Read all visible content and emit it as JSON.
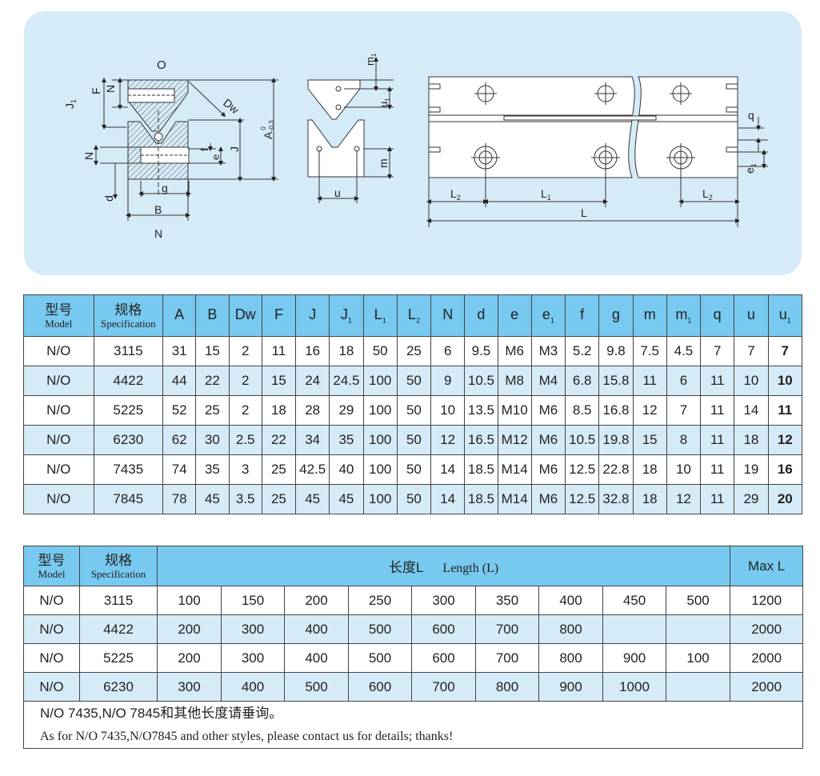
{
  "diagram": {
    "left": {
      "O": "O",
      "N_top": "N",
      "F": "F",
      "J1": "J",
      "J1_sub": "1",
      "Dw": "Dw",
      "A": "A",
      "A_tol_top": "0",
      "A_tol_bot": "-0.3",
      "J": "J",
      "f": "f",
      "e": "e",
      "N_side": "N",
      "d": "d",
      "g": "g",
      "B": "B",
      "N_bottom": "N"
    },
    "middle": {
      "m1": "m",
      "m1_sub": "1",
      "u1": "u",
      "u1_sub": "1",
      "m": "m",
      "u": "u"
    },
    "right": {
      "q": "q",
      "e1": "e",
      "e1_sub": "1",
      "L2a": "L",
      "L2a_sub": "2",
      "L1": "L",
      "L1_sub": "1",
      "L2b": "L",
      "L2b_sub": "2",
      "L": "L"
    }
  },
  "spec_table": {
    "header": {
      "model_cn": "型号",
      "model_en": "Model",
      "spec_cn": "规格",
      "spec_en": "Specification",
      "cols": [
        {
          "main": "A",
          "sub": ""
        },
        {
          "main": "B",
          "sub": ""
        },
        {
          "main": "Dw",
          "sub": ""
        },
        {
          "main": "F",
          "sub": ""
        },
        {
          "main": "J",
          "sub": ""
        },
        {
          "main": "J",
          "sub": "1"
        },
        {
          "main": "L",
          "sub": "1"
        },
        {
          "main": "L",
          "sub": "2"
        },
        {
          "main": "N",
          "sub": ""
        },
        {
          "main": "d",
          "sub": ""
        },
        {
          "main": "e",
          "sub": ""
        },
        {
          "main": "e",
          "sub": "1"
        },
        {
          "main": "f",
          "sub": ""
        },
        {
          "main": "g",
          "sub": ""
        },
        {
          "main": "m",
          "sub": ""
        },
        {
          "main": "m",
          "sub": "1"
        },
        {
          "main": "q",
          "sub": ""
        },
        {
          "main": "u",
          "sub": ""
        },
        {
          "main": "u",
          "sub": "1"
        }
      ]
    },
    "rows": [
      {
        "model": "N/O",
        "spec": "3115",
        "values": [
          "31",
          "15",
          "2",
          "11",
          "16",
          "18",
          "50",
          "25",
          "6",
          "9.5",
          "M6",
          "M3",
          "5.2",
          "9.8",
          "7.5",
          "4.5",
          "7",
          "7",
          "7"
        ]
      },
      {
        "model": "N/O",
        "spec": "4422",
        "values": [
          "44",
          "22",
          "2",
          "15",
          "24",
          "24.5",
          "100",
          "50",
          "9",
          "10.5",
          "M8",
          "M4",
          "6.8",
          "15.8",
          "11",
          "6",
          "11",
          "10",
          "10"
        ]
      },
      {
        "model": "N/O",
        "spec": "5225",
        "values": [
          "52",
          "25",
          "2",
          "18",
          "28",
          "29",
          "100",
          "50",
          "10",
          "13.5",
          "M10",
          "M6",
          "8.5",
          "16.8",
          "12",
          "7",
          "11",
          "14",
          "11"
        ]
      },
      {
        "model": "N/O",
        "spec": "6230",
        "values": [
          "62",
          "30",
          "2.5",
          "22",
          "34",
          "35",
          "100",
          "50",
          "12",
          "16.5",
          "M12",
          "M6",
          "10.5",
          "19.8",
          "15",
          "8",
          "11",
          "18",
          "12"
        ]
      },
      {
        "model": "N/O",
        "spec": "7435",
        "values": [
          "74",
          "35",
          "3",
          "25",
          "42.5",
          "40",
          "100",
          "50",
          "14",
          "18.5",
          "M14",
          "M6",
          "12.5",
          "22.8",
          "18",
          "10",
          "11",
          "19",
          "16"
        ]
      },
      {
        "model": "N/O",
        "spec": "7845",
        "values": [
          "78",
          "45",
          "3.5",
          "25",
          "45",
          "45",
          "100",
          "50",
          "14",
          "18.5",
          "M14",
          "M6",
          "12.5",
          "32.8",
          "18",
          "12",
          "11",
          "29",
          "20"
        ]
      }
    ]
  },
  "length_table": {
    "header": {
      "model_cn": "型号",
      "model_en": "Model",
      "spec_cn": "规格",
      "spec_en": "Specification",
      "length_cn": "长度L",
      "length_en": "Length (L)",
      "max": "Max L"
    },
    "rows": [
      {
        "model": "N/O",
        "spec": "3115",
        "lengths": [
          "100",
          "150",
          "200",
          "250",
          "300",
          "350",
          "400",
          "450",
          "500"
        ],
        "max": "1200"
      },
      {
        "model": "N/O",
        "spec": "4422",
        "lengths": [
          "200",
          "300",
          "400",
          "500",
          "600",
          "700",
          "800",
          "",
          ""
        ],
        "max": "2000"
      },
      {
        "model": "N/O",
        "spec": "5225",
        "lengths": [
          "200",
          "300",
          "400",
          "500",
          "600",
          "700",
          "800",
          "900",
          "100"
        ],
        "max": "2000"
      },
      {
        "model": "N/O",
        "spec": "6230",
        "lengths": [
          "300",
          "400",
          "500",
          "600",
          "700",
          "800",
          "900",
          "1000",
          ""
        ],
        "max": "2000"
      }
    ],
    "note_cn": "N/O 7435,N/O 7845和其他长度请垂询。",
    "note_en": "As for N/O 7435,N/O7845 and other styles, please contact us for details; thanks!"
  }
}
